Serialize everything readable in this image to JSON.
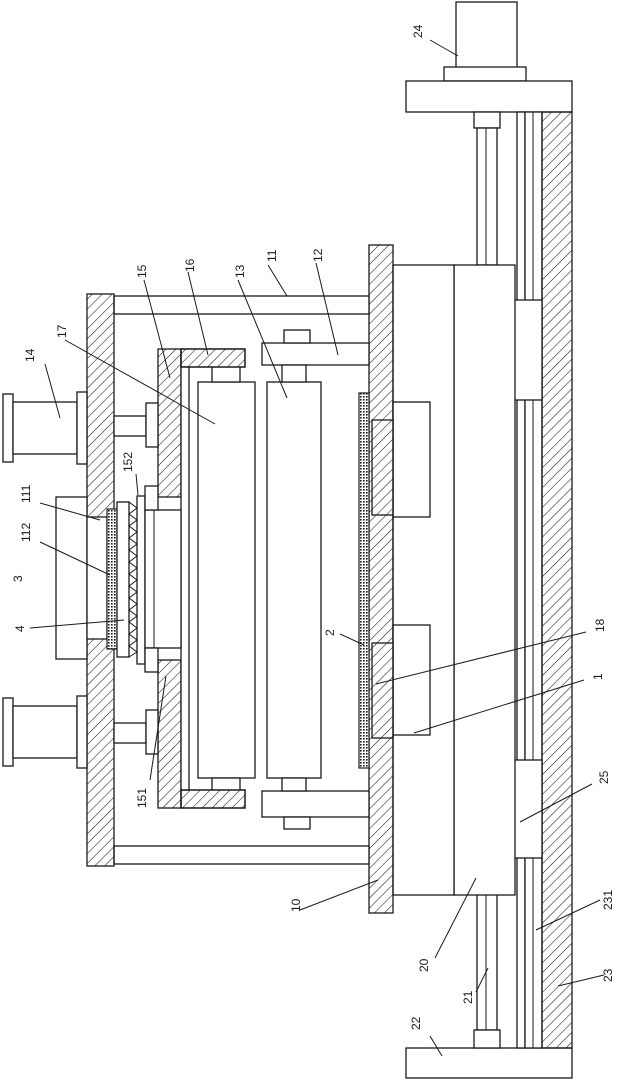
{
  "labels": {
    "l1": "1",
    "l2": "2",
    "l3": "3",
    "l4": "4",
    "l10": "10",
    "l11": "11",
    "l111": "111",
    "l112": "112",
    "l12": "12",
    "l13": "13",
    "l14": "14",
    "l15": "15",
    "l151": "151",
    "l152": "152",
    "l16": "16",
    "l17": "17",
    "l18": "18",
    "l20": "20",
    "l21": "21",
    "l22": "22",
    "l23": "23",
    "l231": "231",
    "l24": "24",
    "l25": "25"
  }
}
